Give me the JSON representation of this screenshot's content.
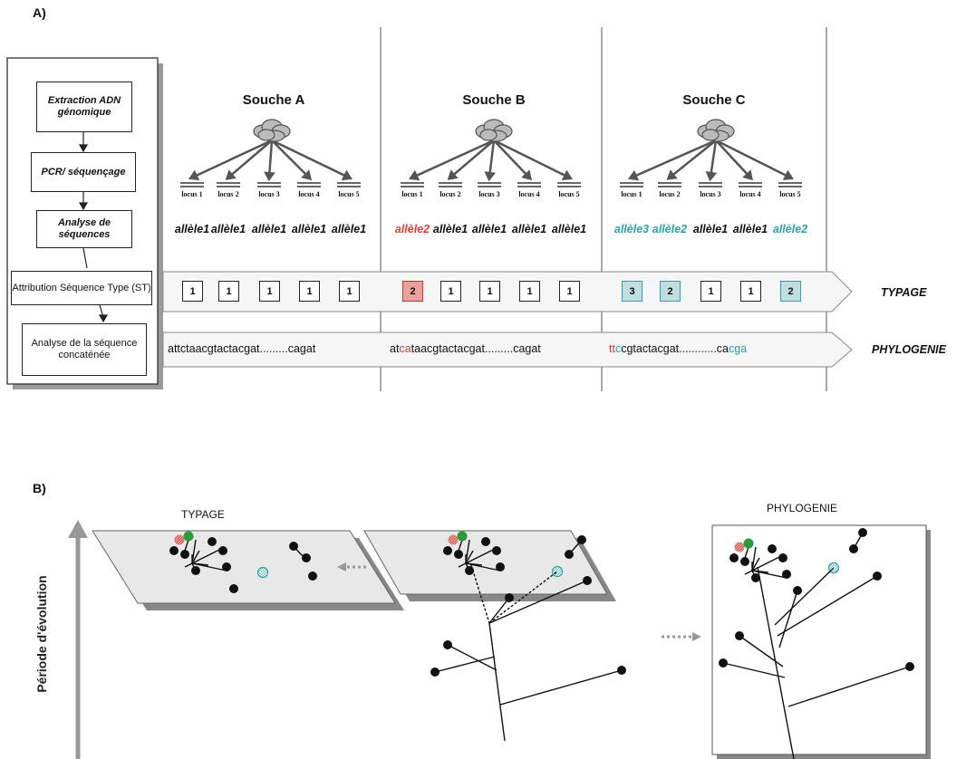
{
  "panel_a": {
    "label": "A)",
    "workflow": [
      "Extraction ADN génomique",
      "PCR/ séquençage",
      "Analyse de séquences",
      "Attribution Séquence Type (ST)",
      "Analyse de la séquence concaténée"
    ],
    "strains": [
      {
        "name": "Souche A",
        "color": "#2b9a3a",
        "loci": [
          "locus 1",
          "locus 2",
          "locus 3",
          "locus 4",
          "locus 5"
        ],
        "alleles": [
          "allèle1",
          "allèle1",
          "allèle1",
          "allèle1",
          "allèle1"
        ],
        "allele_colors": [
          "#111",
          "#111",
          "#111",
          "#111",
          "#111"
        ],
        "st": [
          "1",
          "1",
          "1",
          "1",
          "1"
        ],
        "st_style": [
          "plain",
          "plain",
          "plain",
          "plain",
          "plain"
        ],
        "seq": {
          "a": "attctaacgtactacgat.........cagat",
          "b": "",
          "c": "",
          "d": ""
        }
      },
      {
        "name": "Souche B",
        "color": "#e0393b",
        "loci": [
          "locus 1",
          "locus 2",
          "locus 3",
          "locus 4",
          "locus 5"
        ],
        "alleles": [
          "allèle2",
          "allèle1",
          "allèle1",
          "allèle1",
          "allèle1"
        ],
        "allele_colors": [
          "#e0393b",
          "#111",
          "#111",
          "#111",
          "#111"
        ],
        "st": [
          "2",
          "1",
          "1",
          "1",
          "1"
        ],
        "st_style": [
          "red",
          "plain",
          "plain",
          "plain",
          "plain"
        ],
        "seq": {
          "a": "at",
          "b": "ca",
          "c": "taacgtactacgat.........cagat",
          "d": ""
        }
      },
      {
        "name": "Souche C",
        "color": "#2aa3a8",
        "loci": [
          "locus 1",
          "locus 2",
          "locus 3",
          "locus 4",
          "locus 5"
        ],
        "alleles": [
          "allèle3",
          "allèle2",
          "allèle1",
          "allèle1",
          "allèle2"
        ],
        "allele_colors": [
          "#2aa3a8",
          "#2aa3a8",
          "#111",
          "#111",
          "#2aa3a8"
        ],
        "st": [
          "3",
          "2",
          "1",
          "1",
          "2"
        ],
        "st_style": [
          "cyan",
          "cyan",
          "plain",
          "plain",
          "cyan"
        ],
        "seq": {
          "a": "tt",
          "b": "c",
          "c": "cgtactacgat............ca",
          "d": "cga"
        }
      }
    ],
    "row_tags": {
      "typage": "TYPAGE",
      "phylogenie": "PHYLOGENIE"
    }
  },
  "panel_b": {
    "label": "B)",
    "typage_title": "TYPAGE",
    "phylogenie_title": "PHYLOGENIE",
    "axis_label": "Période d'évolution"
  }
}
